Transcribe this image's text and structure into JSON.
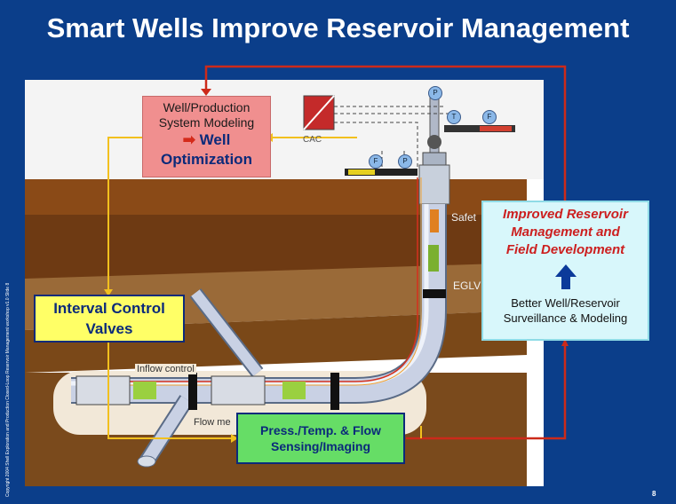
{
  "slide": {
    "title": "Smart Wells Improve Reservoir Management",
    "copyright": "Copyright 2004     Shell Exploration and Production Closed-Loop Reservoir Management workshop v1.0 Slide 8",
    "page_number": "8"
  },
  "boxes": {
    "well_production": {
      "line1": "Well/Production",
      "line2": "System Modeling",
      "arrow": "➡",
      "highlight1": "Well",
      "highlight2": "Optimization"
    },
    "interval_control": {
      "line1": "Interval Control",
      "line2": "Valves"
    },
    "sensing": {
      "line1": "Press./Temp. & Flow",
      "line2": "Sensing/Imaging"
    },
    "improved_management": {
      "line1": "Improved Reservoir",
      "line2": "Management and",
      "line3": "Field Development",
      "line4": "Better Well/Reservoir",
      "line5": "Surveillance & Modeling"
    }
  },
  "labels": {
    "cac": "CAC",
    "safety": "Safet",
    "eglv": "EGLV",
    "inflow_control": "Inflow control",
    "flow_meter": "Flow me"
  },
  "gauges": {
    "p_top": "P",
    "t": "T",
    "f_right": "F",
    "f_left": "F",
    "p_left": "P"
  },
  "colors": {
    "background": "#0b3e8a",
    "flow_red": "#cc2a1a",
    "flow_yellow": "#f2c01e",
    "up_arrow": "#0b3a9a"
  }
}
